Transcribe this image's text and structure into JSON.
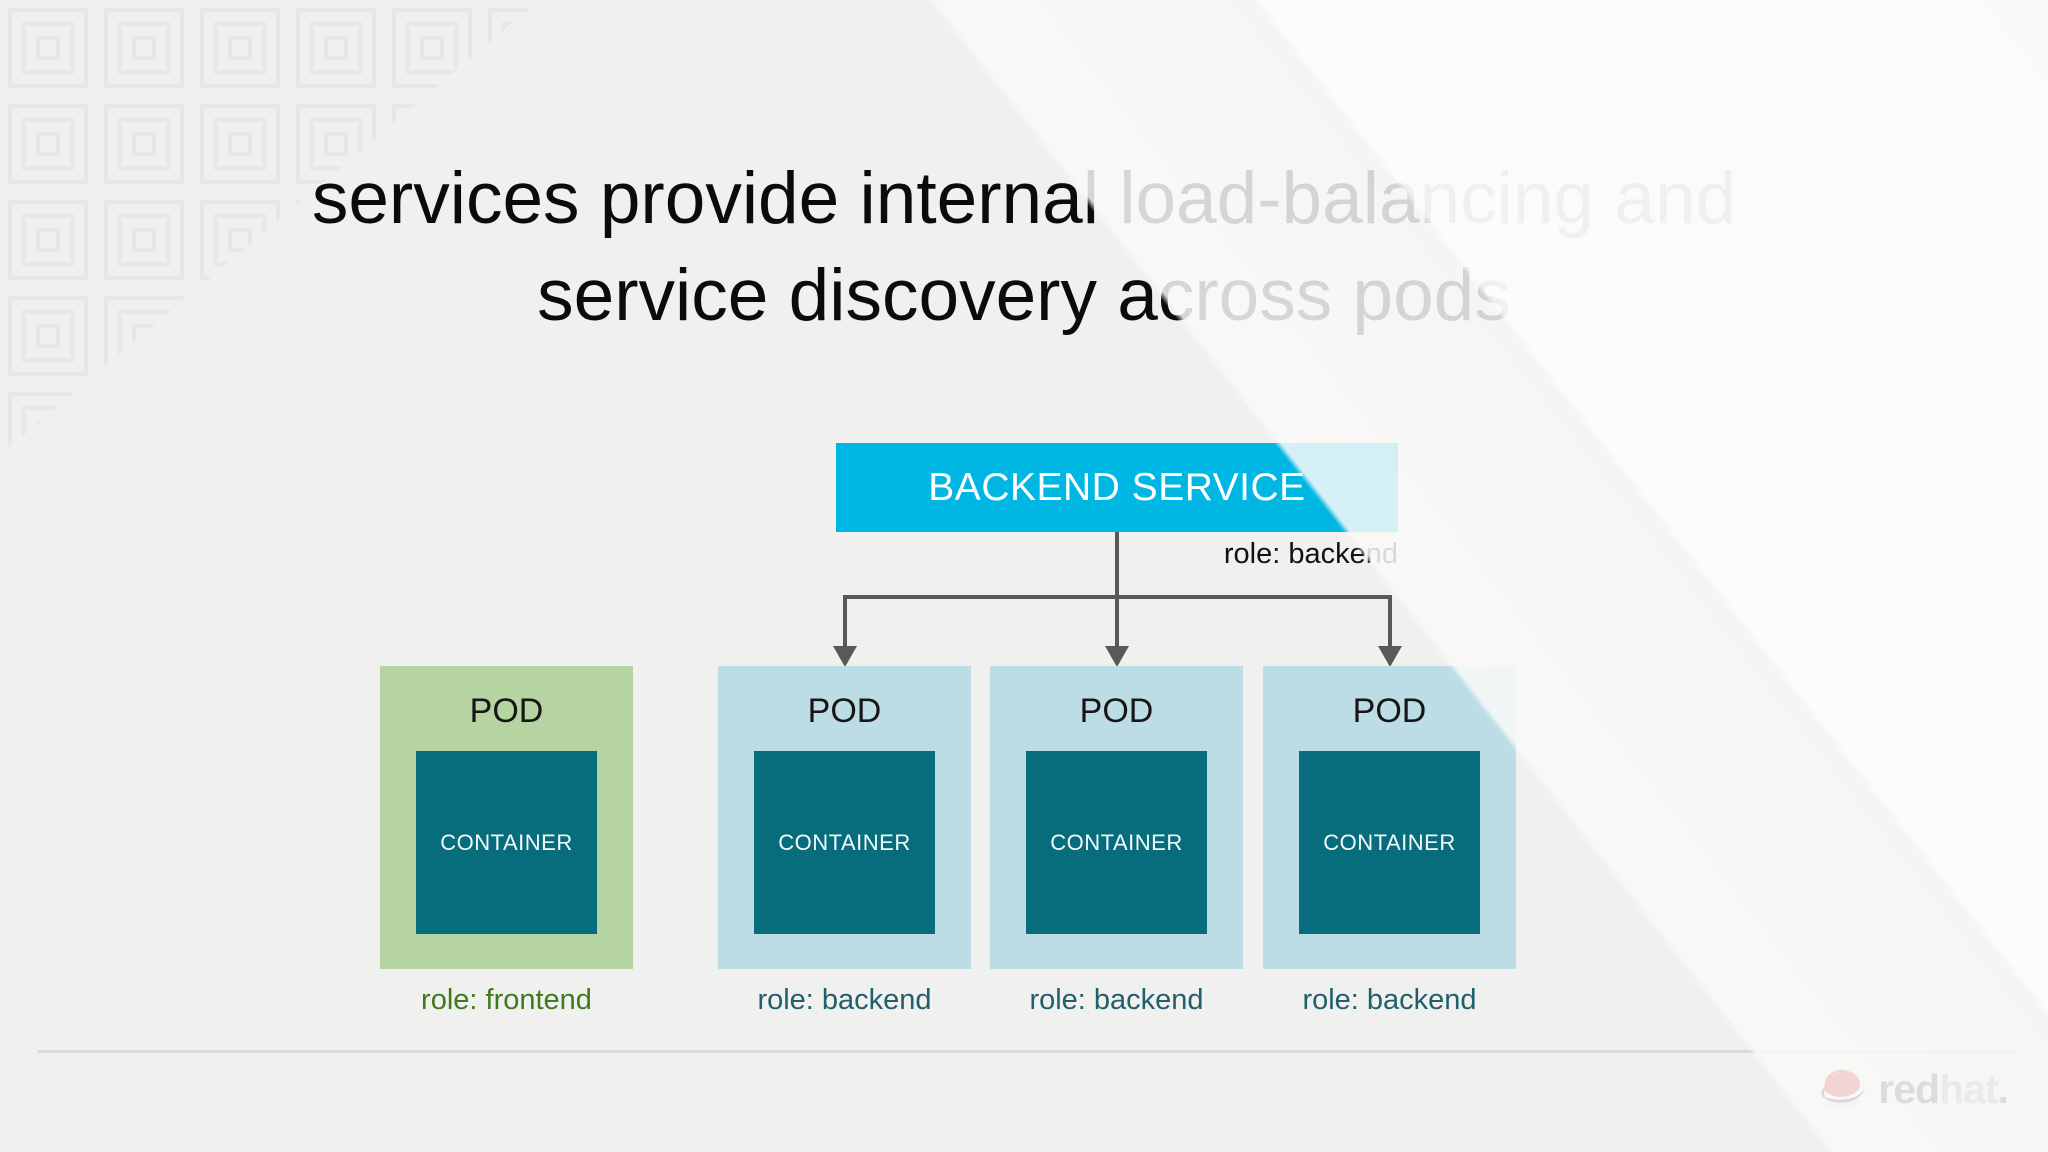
{
  "slide": {
    "title_line1": "services provide internal load-balancing and",
    "title_line2": "service discovery across pods"
  },
  "diagram": {
    "service_box": {
      "label": "BACKEND SERVICE",
      "selector": "role: backend"
    },
    "pods": [
      {
        "title": "POD",
        "container": "CONTAINER",
        "role": "role: frontend"
      },
      {
        "title": "POD",
        "container": "CONTAINER",
        "role": "role: backend"
      },
      {
        "title": "POD",
        "container": "CONTAINER",
        "role": "role: backend"
      },
      {
        "title": "POD",
        "container": "CONTAINER",
        "role": "role: backend"
      }
    ]
  },
  "footer": {
    "brand_red": "red",
    "brand_hat": "hat",
    "brand_period": "."
  },
  "colors": {
    "service_cyan": "#00b6e3",
    "pod_frontend_green": "#b5d4a1",
    "pod_backend_blue": "#bddde6",
    "container_teal": "#076d7d",
    "role_frontend_text": "#3f7a1e",
    "role_backend_text": "#1f5f6e",
    "connector_gray": "#58595b",
    "brand_red_color": "#cc0000"
  }
}
